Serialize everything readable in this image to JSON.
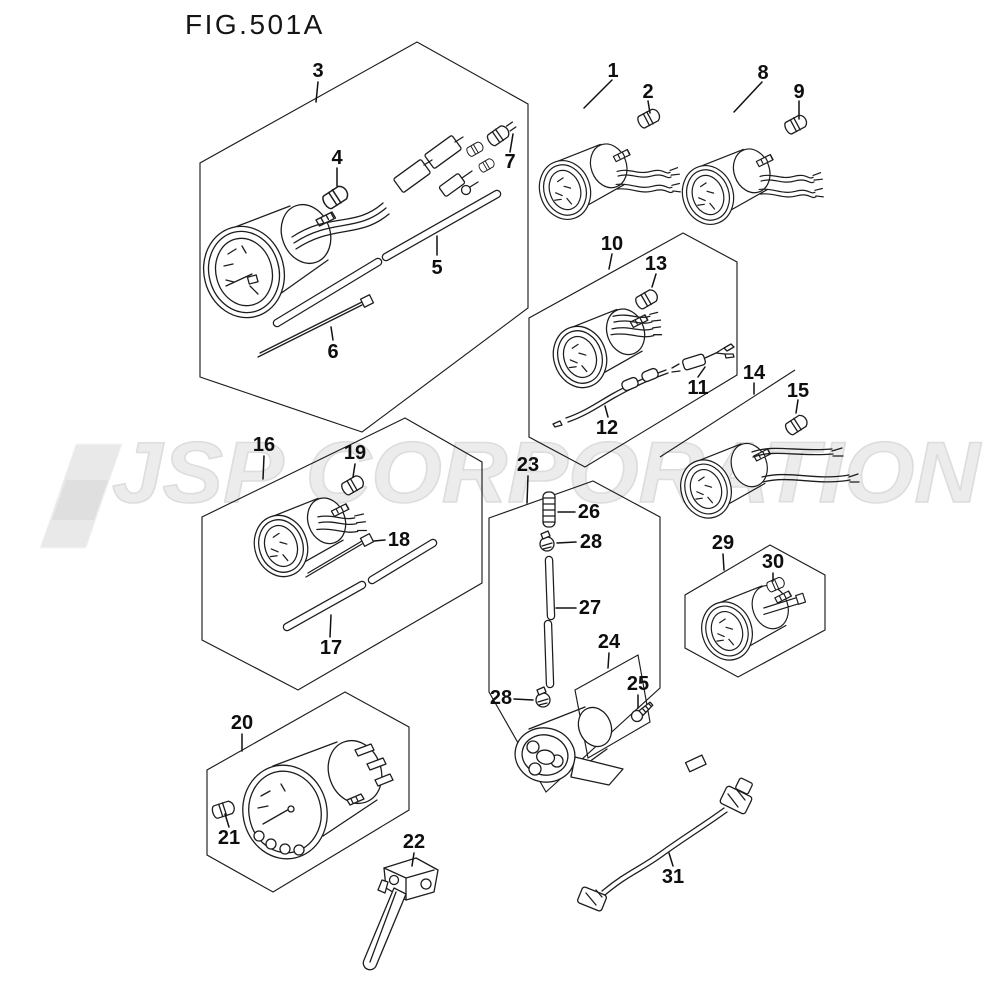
{
  "title": "FIG.501A",
  "watermark": {
    "text": "JSP CORPORATION",
    "logo": "jsp-flag-icon",
    "text_color": "#ececec",
    "outline_color": "#dddddd"
  },
  "diagram": {
    "type": "exploded-parts-diagram",
    "subject": "outboard meters / gauges parts figure",
    "line_color": "#1d1d1d",
    "background": "#ffffff",
    "groups": [
      {
        "group_label": "3",
        "parts_inside": [
          "4",
          "5",
          "6",
          "7"
        ]
      },
      {
        "group_label": "1",
        "parts_inside": [
          "2"
        ]
      },
      {
        "group_label": "8",
        "parts_inside": [
          "9"
        ]
      },
      {
        "group_label": "10",
        "parts_inside": [
          "11",
          "12",
          "13"
        ]
      },
      {
        "group_label": "14",
        "parts_inside": [
          "15"
        ]
      },
      {
        "group_label": "16",
        "parts_inside": [
          "17",
          "18",
          "19"
        ]
      },
      {
        "group_label": "23",
        "parts_inside": [
          "24",
          "25",
          "26",
          "27",
          "28",
          "28"
        ]
      },
      {
        "group_label": "20",
        "parts_inside": [
          "21"
        ]
      },
      {
        "group_label": "29",
        "parts_inside": [
          "30"
        ]
      },
      {
        "group_label": "22",
        "parts_inside": []
      },
      {
        "group_label": "31",
        "parts_inside": []
      }
    ]
  },
  "labels": [
    {
      "num": "3"
    },
    {
      "num": "4"
    },
    {
      "num": "5"
    },
    {
      "num": "6"
    },
    {
      "num": "7"
    },
    {
      "num": "1"
    },
    {
      "num": "2"
    },
    {
      "num": "8"
    },
    {
      "num": "9"
    },
    {
      "num": "10"
    },
    {
      "num": "13"
    },
    {
      "num": "11"
    },
    {
      "num": "12"
    },
    {
      "num": "14"
    },
    {
      "num": "15"
    },
    {
      "num": "16"
    },
    {
      "num": "19"
    },
    {
      "num": "18"
    },
    {
      "num": "17"
    },
    {
      "num": "23"
    },
    {
      "num": "26"
    },
    {
      "num": "28"
    },
    {
      "num": "27"
    },
    {
      "num": "24"
    },
    {
      "num": "25"
    },
    {
      "num": "28"
    },
    {
      "num": "20"
    },
    {
      "num": "21"
    },
    {
      "num": "22"
    },
    {
      "num": "29"
    },
    {
      "num": "30"
    },
    {
      "num": "31"
    }
  ]
}
